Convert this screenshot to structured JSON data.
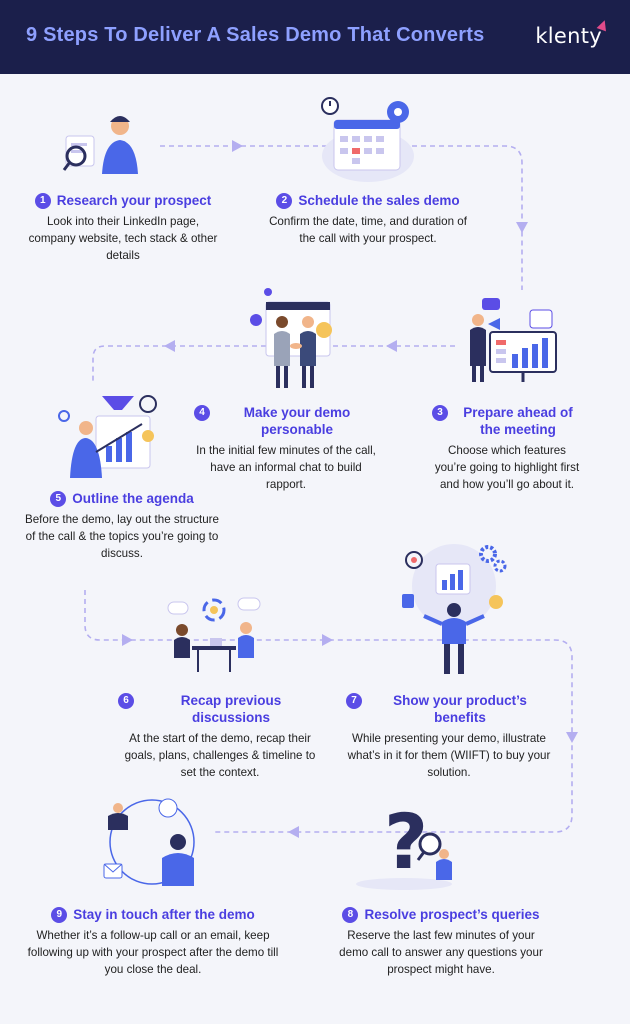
{
  "header": {
    "title": "9 Steps To Deliver A Sales Demo That Converts",
    "brand": "klenty"
  },
  "steps": [
    {
      "num": "1",
      "title": "Research your prospect",
      "desc": "Look into their LinkedIn page, company website, tech stack & other details"
    },
    {
      "num": "2",
      "title": "Schedule the sales demo",
      "desc": "Confirm the date, time, and duration of the call with your prospect."
    },
    {
      "num": "3",
      "title": "Prepare ahead of the meeting",
      "desc": "Choose which features you’re going to highlight first and how you’ll go about it."
    },
    {
      "num": "4",
      "title": "Make your demo personable",
      "desc": "In the initial few minutes of the call, have an informal chat to build rapport."
    },
    {
      "num": "5",
      "title": "Outline the agenda",
      "desc": "Before the demo, lay out the structure of the call & the topics you’re going to discuss."
    },
    {
      "num": "6",
      "title": "Recap previous discussions",
      "desc": "At the start of the demo, recap their goals, plans, challenges & timeline to set the context."
    },
    {
      "num": "7",
      "title": "Show your product’s benefits",
      "desc": "While presenting your demo, illustrate what’s in it for them (WIIFT) to buy your solution."
    },
    {
      "num": "8",
      "title": "Resolve prospect’s queries",
      "desc": "Reserve the last few minutes of your demo call to answer any questions your prospect might have."
    },
    {
      "num": "9",
      "title": "Stay in touch after the demo",
      "desc": "Whether it’s a follow-up call or an email, keep following up with your prospect after the demo till you close the deal."
    }
  ],
  "colors": {
    "header_bg": "#1b1f4b",
    "accent": "#5b4de6",
    "title_text": "#8ea0ff",
    "connector": "#b4aef0"
  }
}
